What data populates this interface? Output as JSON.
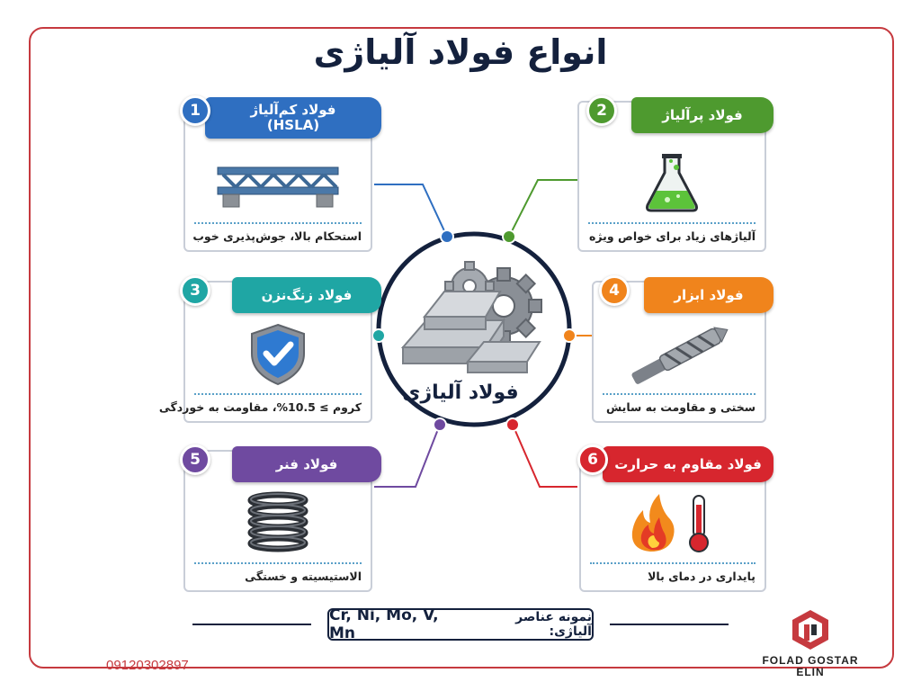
{
  "title": "انواع فولاد آلیاژی",
  "hub": {
    "label": "فولاد آلیاژی"
  },
  "cards": [
    {
      "number": "1",
      "title": "فولاد کم‌آلیاژ\n(HSLA)",
      "title_l1": "فولاد کم‌آلیاژ",
      "title_l2": "(HSLA)",
      "desc": "استحکام بالا، جوش‌پذیری خوب",
      "color": "#2f6fc1",
      "icon": "steel-truss-bridge-icon"
    },
    {
      "number": "2",
      "title": "فولاد پرآلیاژ",
      "desc": "آلیاژهای زیاد برای خواص ویژه",
      "color": "#4e9a2f",
      "icon": "chemistry-flask-icon"
    },
    {
      "number": "3",
      "title": "فولاد زنگ‌نزن",
      "desc": "کروم ≥ 10.5%، مقاومت به خوردگی",
      "color": "#1fa6a4",
      "icon": "shield-check-icon"
    },
    {
      "number": "4",
      "title": "فولاد ابزار",
      "desc": "سختی و مقاومت به سایش",
      "color": "#f0841c",
      "icon": "drill-bit-icon"
    },
    {
      "number": "5",
      "title": "فولاد فنر",
      "desc": "الاستیسیته و خستگی",
      "color": "#6f4aa0",
      "icon": "coil-spring-icon"
    },
    {
      "number": "6",
      "title": "فولاد مقاوم به حرارت",
      "desc": "پایداری در دمای بالا",
      "color": "#d7262e",
      "icon": "flame-thermometer-icon"
    }
  ],
  "footer": {
    "label": "نمونه عناصر آلیاژی:",
    "elements": "Cr, Ni, Mo, V, Mn"
  },
  "phone": "09120302897",
  "logo": {
    "line1": "FOLAD GOSTAR",
    "line2": "ELIN",
    "color": "#c63a3f"
  },
  "colors": {
    "navy": "#14213d",
    "frame": "#c63a3f"
  }
}
